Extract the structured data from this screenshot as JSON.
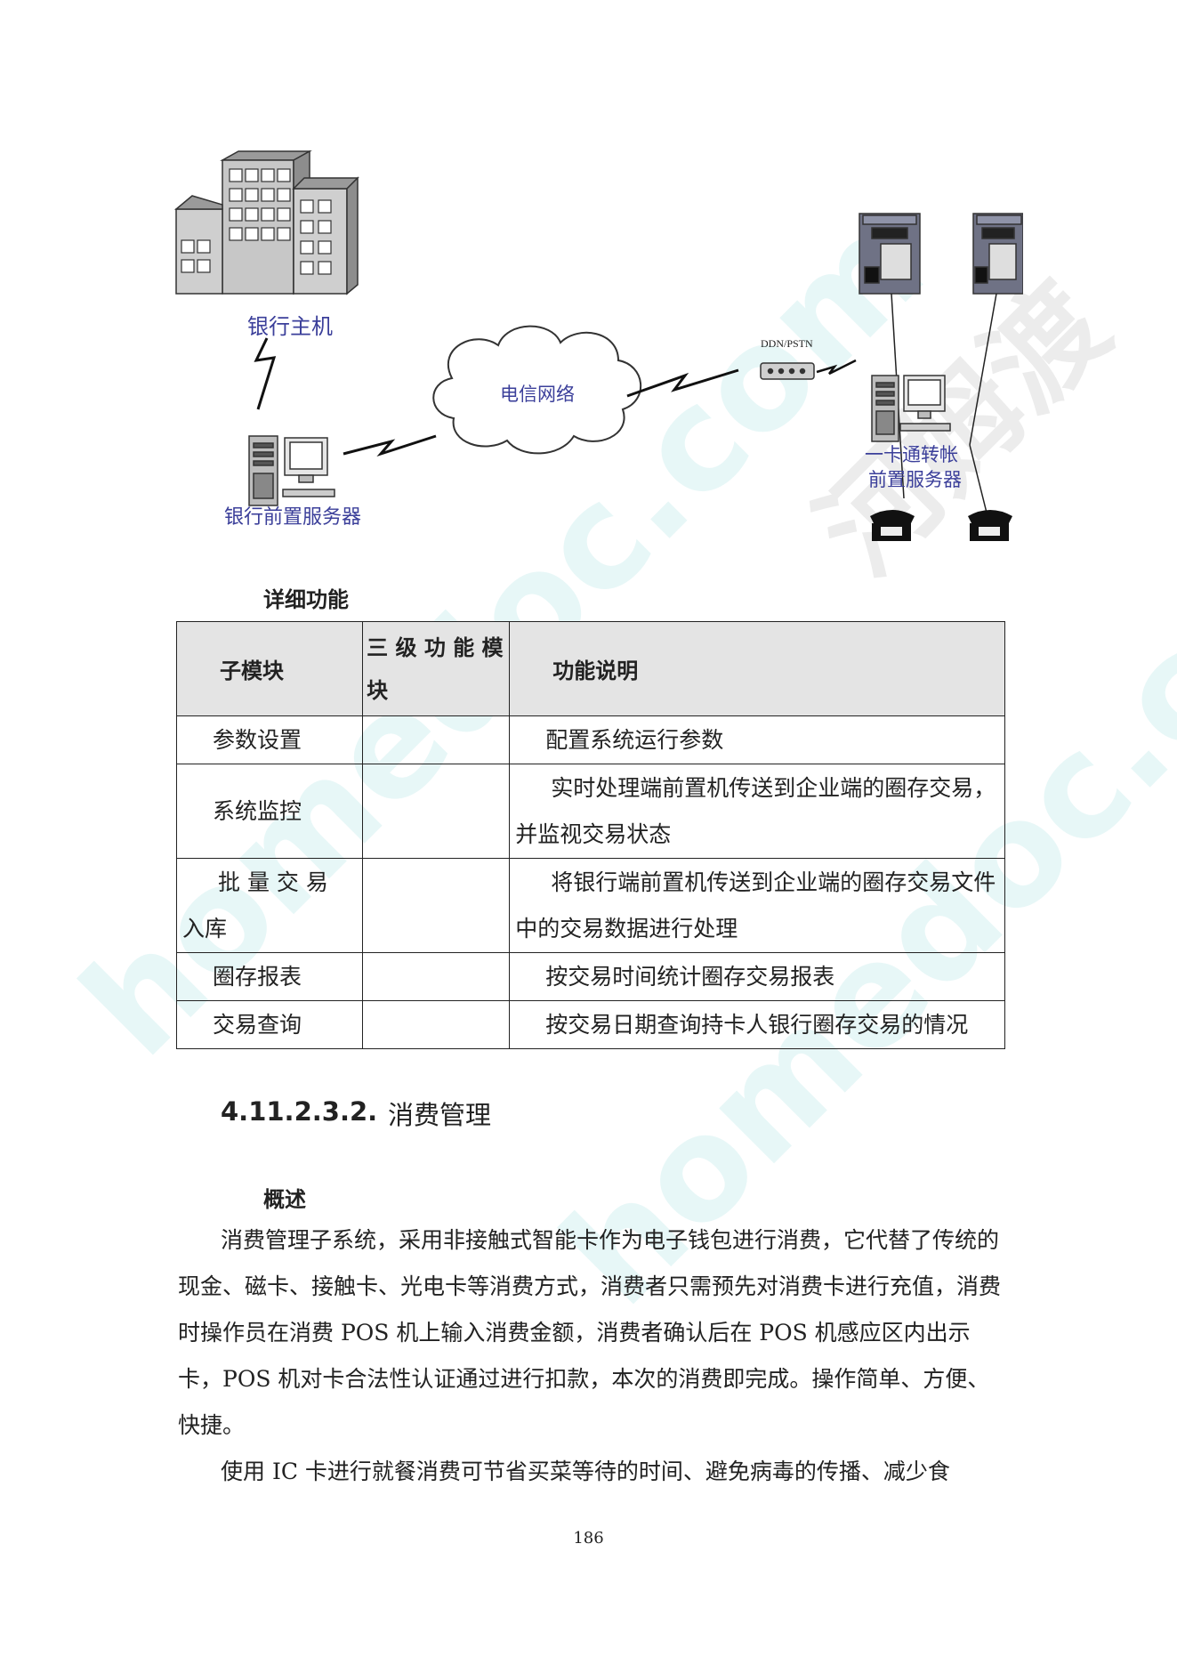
{
  "diagram": {
    "bank_host": "银行主机",
    "telecom_network": "电信网络",
    "bank_front_server": "银行前置服务器",
    "ddn_label": "DDN/PSTN",
    "card_front_server_line1": "一卡通转帐",
    "card_front_server_line2": "前置服务器"
  },
  "detail_heading": "详细功能",
  "table": {
    "headers": [
      "子模块",
      "三 级 功 能 模块",
      "功能说明"
    ],
    "rows": [
      [
        "参数设置",
        "",
        "配置系统运行参数"
      ],
      [
        "系统监控",
        "",
        "实时处理端前置机传送到企业端的圈存交易，并监视交易状态"
      ],
      [
        "批 量 交 易 入库",
        "",
        "将银行端前置机传送到企业端的圈存交易文件中的交易数据进行处理"
      ],
      [
        "圈存报表",
        "",
        "按交易时间统计圈存交易报表"
      ],
      [
        "交易查询",
        "",
        "按交易日期查询持卡人银行圈存交易的情况"
      ]
    ]
  },
  "section": {
    "number": "4.11.2.3.2.",
    "title": "消费管理"
  },
  "overview_heading": "概述",
  "paragraphs": [
    "消费管理子系统，采用非接触式智能卡作为电子钱包进行消费，它代替了传统的现金、磁卡、接触卡、光电卡等消费方式，消费者只需预先对消费卡进行充值，消费时操作员在消费 POS 机上输入消费金额，消费者确认后在 POS 机感应区内出示卡，POS 机对卡合法性认证通过进行扣款，本次的消费即完成。操作简单、方便、快捷。",
    "使用 IC 卡进行就餐消费可节省买菜等待的时间、避免病毒的传播、减少食"
  ],
  "page_number": "186",
  "watermark": {
    "latin": "homedoc.com",
    "cn": "河姆渡"
  }
}
